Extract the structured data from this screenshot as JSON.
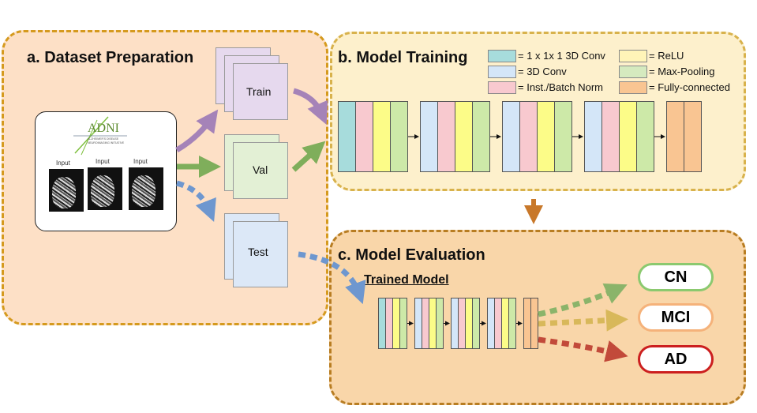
{
  "panels": {
    "a_title": "a. Dataset Preparation",
    "b_title": "b. Model Training",
    "c_title": "c. Model Evaluation"
  },
  "dataset": {
    "logo_text": "ADNI",
    "logo_subtitle": "ALZHEIMER'S DISEASE NEUROIMAGING INITIATIVE",
    "input_labels": [
      "Input",
      "Input",
      "Input"
    ],
    "splits": [
      "Train",
      "Val",
      "Test"
    ]
  },
  "legend": [
    {
      "label": "= 1 x 1x 1 3D Conv",
      "color": "#a7dcdc"
    },
    {
      "label": "= ReLU",
      "color": "#fff4b8"
    },
    {
      "label": "=  3D Conv",
      "color": "#d4e6f8"
    },
    {
      "label": "= Max-Pooling",
      "color": "#d5eabf"
    },
    {
      "label": "= Inst./Batch Norm",
      "color": "#f8c9cf"
    },
    {
      "label": "= Fully-connected",
      "color": "#f9c592"
    }
  ],
  "layer_colors": {
    "conv111": "#a7dcdc",
    "conv3d": "#d4e6f8",
    "norm": "#f8c9cf",
    "relu": "#fcfc88",
    "pool": "#cde9a8",
    "fc": "#f9c592"
  },
  "evaluation": {
    "trained_model_label": "Trained Model",
    "outputs": [
      {
        "label": "CN",
        "border": "#8bc96f",
        "arrow": "#8bb46a"
      },
      {
        "label": "MCI",
        "border": "#f5b27a",
        "arrow": "#d8b85a"
      },
      {
        "label": "AD",
        "border": "#cc1f1f",
        "arrow": "#c24a3a"
      }
    ]
  },
  "arrow_colors": {
    "train": "#a583b8",
    "val": "#7fae5b",
    "test": "#6e97cf",
    "down": "#c8782a"
  }
}
